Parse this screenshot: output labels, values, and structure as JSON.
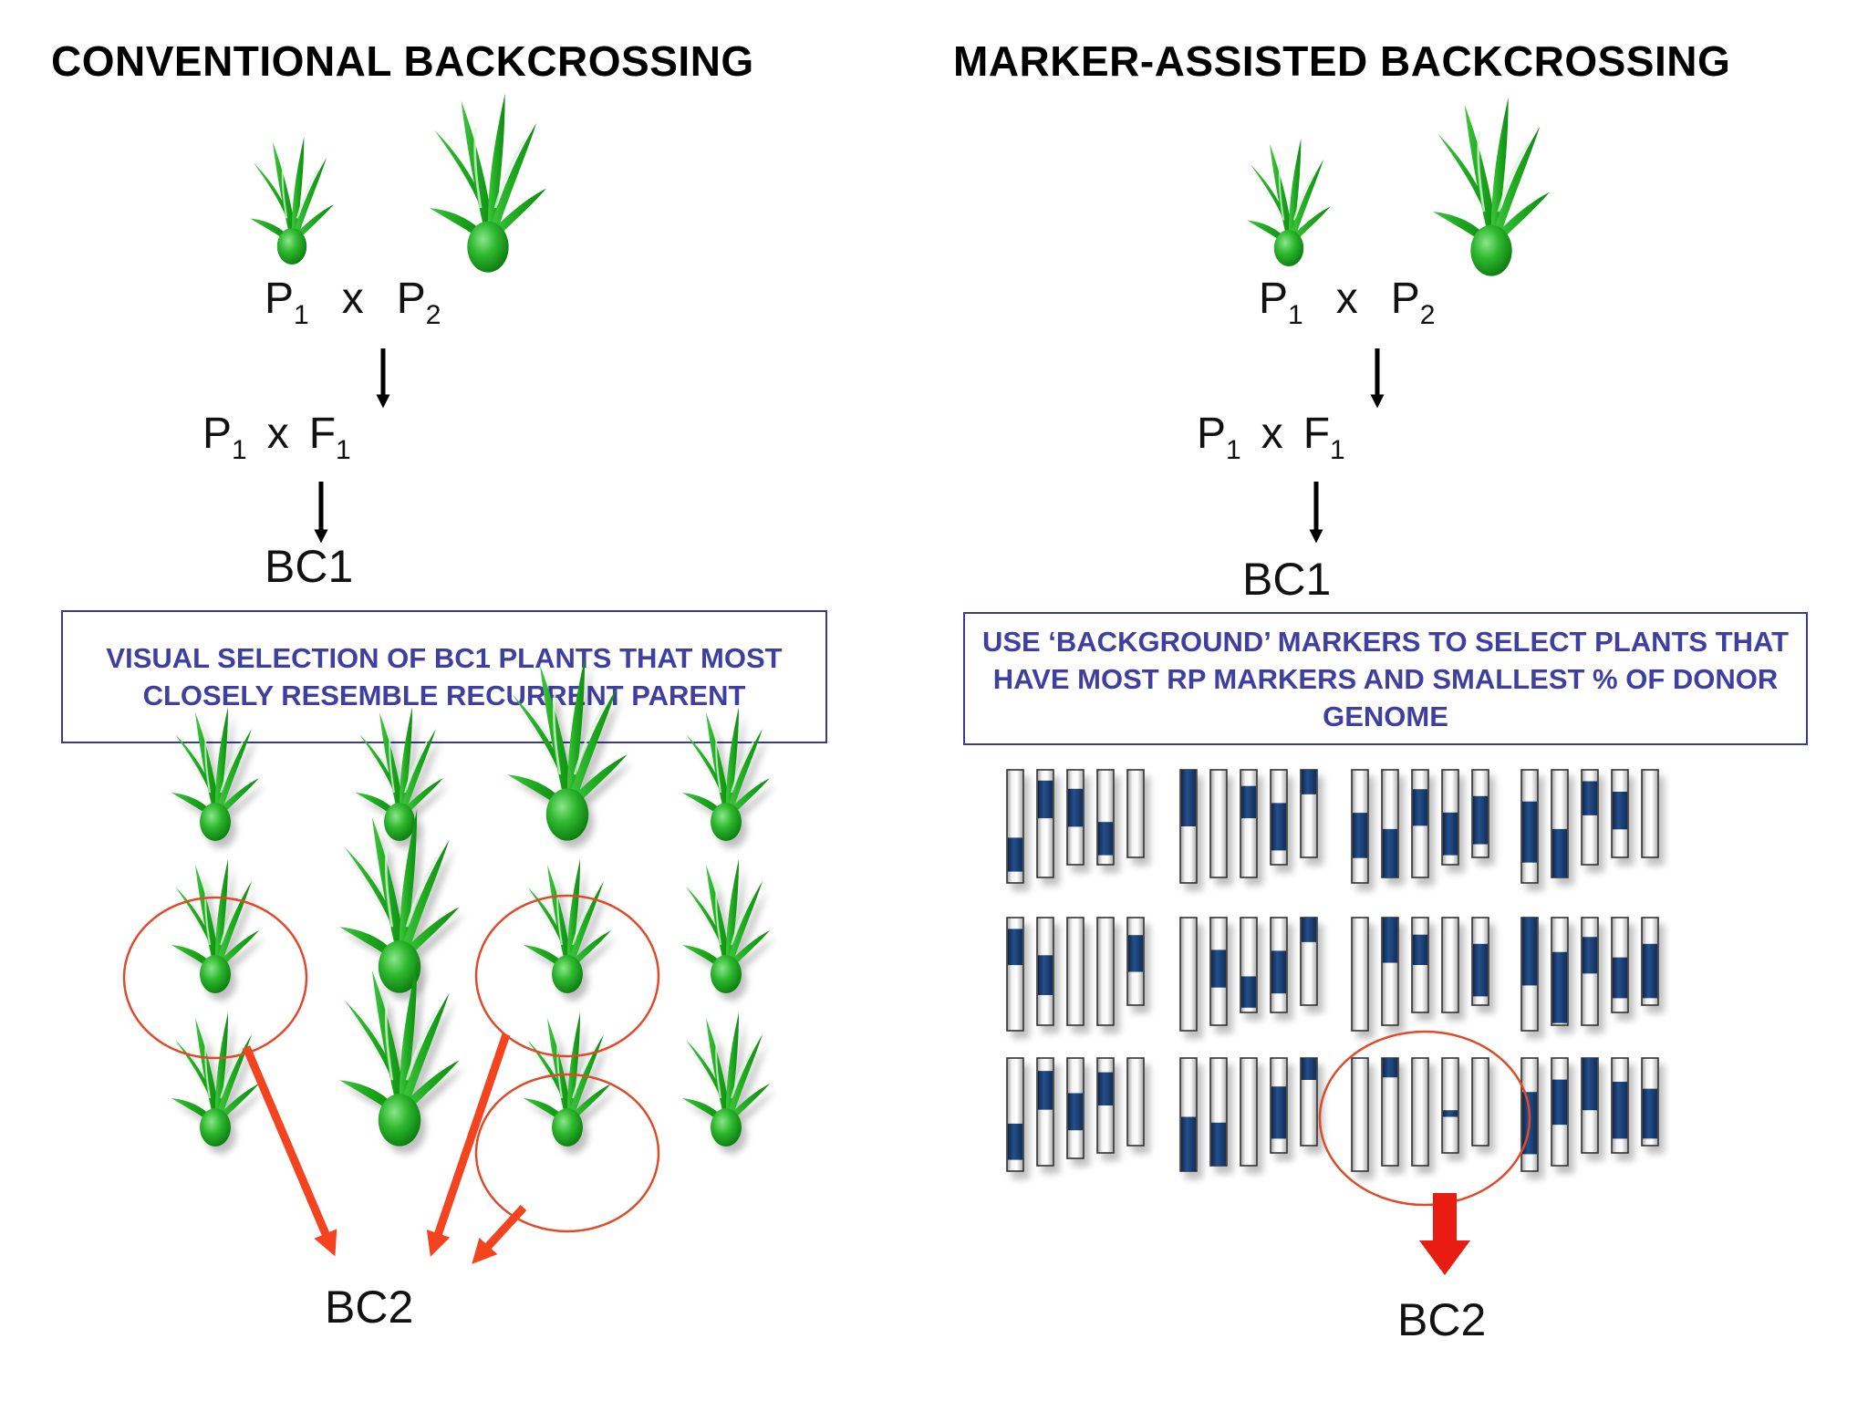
{
  "left": {
    "title": "CONVENTIONAL BACKCROSSING",
    "cross1": {
      "p1": "P",
      "p1_sub": "1",
      "op": "x",
      "p2": "P",
      "p2_sub": "2"
    },
    "cross2": {
      "p1": "P",
      "p1_sub": "1",
      "op": "x",
      "f1": "F",
      "f1_sub": "1"
    },
    "bc1_label": "BC1",
    "selection_text": "VISUAL SELECTION OF BC1 PLANTS THAT MOST CLOSELY RESEMBLE RECURRENT PARENT",
    "bc2_label": "BC2"
  },
  "right": {
    "title": "MARKER-ASSISTED BACKCROSSING",
    "cross1": {
      "p1": "P",
      "p1_sub": "1",
      "op": "x",
      "p2": "P",
      "p2_sub": "2"
    },
    "cross2": {
      "p1": "P",
      "p1_sub": "1",
      "op": "x",
      "f1": "F",
      "f1_sub": "1"
    },
    "bc1_label": "BC1",
    "selection_text": "USE ‘BACKGROUND’ MARKERS TO SELECT PLANTS THAT HAVE MOST RP MARKERS AND SMALLEST % OF DONOR GENOME",
    "bc2_label": "BC2"
  },
  "colors": {
    "plant": "#2fb82f",
    "plant_dark": "#0f8a12",
    "donor_segment": "#1d3f73",
    "selection_circle": "#e04a2a",
    "selection_arrow": "#f3441f",
    "marker_arrow": "#e81c10",
    "box_text": "#3f3fa0",
    "box_border": "#3a3a8f"
  },
  "icons": {
    "parent_plant": "plant-icon",
    "progeny_plant": "plant-icon",
    "chromosome": "chromosome-bar"
  },
  "bc1_progeny": {
    "plants": [
      {
        "row": 1,
        "col": 1,
        "selected": false
      },
      {
        "row": 1,
        "col": 2,
        "selected": false
      },
      {
        "row": 1,
        "col": 3,
        "selected": false
      },
      {
        "row": 1,
        "col": 4,
        "selected": false
      },
      {
        "row": 2,
        "col": 1,
        "selected": true
      },
      {
        "row": 2,
        "col": 2,
        "selected": false
      },
      {
        "row": 2,
        "col": 3,
        "selected": true
      },
      {
        "row": 2,
        "col": 4,
        "selected": false
      },
      {
        "row": 3,
        "col": 1,
        "selected": false
      },
      {
        "row": 3,
        "col": 2,
        "selected": false
      },
      {
        "row": 3,
        "col": 3,
        "selected": true
      },
      {
        "row": 3,
        "col": 4,
        "selected": false
      }
    ]
  },
  "chromosome_panel": {
    "selected_individual": {
      "row": 3,
      "col": 3
    },
    "individuals": [
      {
        "row": 1,
        "col": 1,
        "chromosomes": [
          [
            [
              0.6,
              0.9
            ]
          ],
          [
            [
              0.1,
              0.45
            ]
          ],
          [
            [
              0.2,
              0.6
            ]
          ],
          [
            [
              0.55,
              0.9
            ]
          ],
          []
        ]
      },
      {
        "row": 1,
        "col": 2,
        "chromosomes": [
          [
            [
              0.0,
              0.5
            ]
          ],
          [],
          [
            [
              0.15,
              0.45
            ]
          ],
          [
            [
              0.35,
              0.85
            ]
          ],
          [
            [
              0.0,
              0.28
            ]
          ]
        ]
      },
      {
        "row": 1,
        "col": 3,
        "chromosomes": [
          [
            [
              0.38,
              0.78
            ]
          ],
          [
            [
              0.55,
              1.0
            ]
          ],
          [
            [
              0.18,
              0.52
            ]
          ],
          [
            [
              0.45,
              0.9
            ]
          ],
          [
            [
              0.3,
              0.85
            ]
          ]
        ]
      },
      {
        "row": 1,
        "col": 4,
        "chromosomes": [
          [
            [
              0.28,
              0.82
            ]
          ],
          [
            [
              0.55,
              1.0
            ]
          ],
          [
            [
              0.12,
              0.48
            ]
          ],
          [
            [
              0.25,
              0.68
            ]
          ],
          []
        ]
      },
      {
        "row": 2,
        "col": 1,
        "chromosomes": [
          [
            [
              0.1,
              0.42
            ]
          ],
          [
            [
              0.35,
              0.72
            ]
          ],
          [],
          [],
          [
            [
              0.2,
              0.62
            ]
          ]
        ]
      },
      {
        "row": 2,
        "col": 2,
        "chromosomes": [
          [],
          [
            [
              0.3,
              0.65
            ]
          ],
          [
            [
              0.62,
              0.95
            ]
          ],
          [
            [
              0.35,
              0.8
            ]
          ],
          [
            [
              0.0,
              0.28
            ]
          ]
        ]
      },
      {
        "row": 2,
        "col": 3,
        "chromosomes": [
          [],
          [
            [
              0.0,
              0.42
            ]
          ],
          [
            [
              0.18,
              0.5
            ]
          ],
          [],
          [
            [
              0.3,
              0.9
            ]
          ]
        ]
      },
      {
        "row": 2,
        "col": 4,
        "chromosomes": [
          [
            [
              0.0,
              0.6
            ]
          ],
          [
            [
              0.32,
              0.98
            ]
          ],
          [
            [
              0.18,
              0.52
            ]
          ],
          [
            [
              0.42,
              0.85
            ]
          ],
          [
            [
              0.3,
              0.92
            ]
          ]
        ]
      },
      {
        "row": 3,
        "col": 1,
        "chromosomes": [
          [
            [
              0.58,
              0.9
            ]
          ],
          [
            [
              0.12,
              0.48
            ]
          ],
          [
            [
              0.35,
              0.72
            ]
          ],
          [
            [
              0.15,
              0.5
            ]
          ],
          []
        ]
      },
      {
        "row": 3,
        "col": 2,
        "chromosomes": [
          [
            [
              0.52,
              1.0
            ]
          ],
          [
            [
              0.6,
              1.0
            ]
          ],
          [],
          [
            [
              0.3,
              0.85
            ]
          ],
          [
            [
              0.0,
              0.25
            ]
          ]
        ]
      },
      {
        "row": 3,
        "col": 3,
        "chromosomes": [
          [],
          [
            [
              0.0,
              0.18
            ]
          ],
          [],
          [
            [
              0.55,
              0.62
            ]
          ],
          []
        ]
      },
      {
        "row": 3,
        "col": 4,
        "chromosomes": [
          [
            [
              0.3,
              0.85
            ]
          ],
          [
            [
              0.2,
              0.62
            ]
          ],
          [
            [
              0.0,
              0.55
            ]
          ],
          [
            [
              0.25,
              0.85
            ]
          ],
          [
            [
              0.35,
              0.92
            ]
          ]
        ]
      }
    ]
  }
}
